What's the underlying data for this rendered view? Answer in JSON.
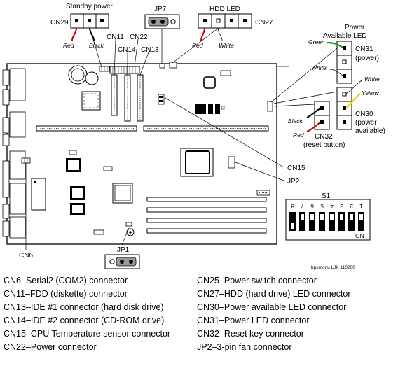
{
  "labels": {
    "standby_power": "Standby power",
    "cn29": "CN29",
    "jp7": "JP7",
    "hdd_led": "HDD LED",
    "cn27": "CN27",
    "power_available_led_1": "Power",
    "power_available_led_2": "Available LED",
    "green": "Green",
    "cn31": "CN31",
    "cn31_sub": "(power)",
    "white": "White",
    "yellow": "Yellow",
    "cn30": "CN30",
    "cn30_sub1": "(power",
    "cn30_sub2": "available)",
    "cn11": "CN11",
    "cn22": "CN22",
    "cn14": "CN14",
    "cn13": "CN13",
    "red": "Red",
    "black": "Black",
    "cn32": "CN32",
    "cn32_sub": "(reset button)",
    "cn15": "CN15",
    "jp2": "JP2",
    "s1": "S1",
    "on": "ON",
    "cn6": "CN6",
    "jp1": "JP1",
    "credit": "bpxmonu LJK 110200",
    "switch_numbers": [
      "8",
      "7",
      "6",
      "5",
      "4",
      "3",
      "2",
      "1"
    ]
  },
  "legend_left": [
    "CN6–Serial2 (COM2) connector",
    "CN11–FDD (diskette) connector",
    "CN13–IDE #1 connector (hard disk drive)",
    "CN14–IDE #2 connector (CD-ROM drive)",
    "CN15–CPU Temperature sensor connector",
    "CN22–Power connector"
  ],
  "legend_right": [
    "CN25–Power switch connector",
    "CN27–HDD (hard drive) LED connector",
    "CN30–Power available LED connector",
    "CN31–Power LED connector",
    "CN32–Reset key connector",
    "JP2–3-pin fan connector"
  ],
  "colors": {
    "red_wire": "#cc0000",
    "green_wire": "#1a9a1a",
    "yellow_wire": "#e8d400",
    "black": "#000000"
  }
}
